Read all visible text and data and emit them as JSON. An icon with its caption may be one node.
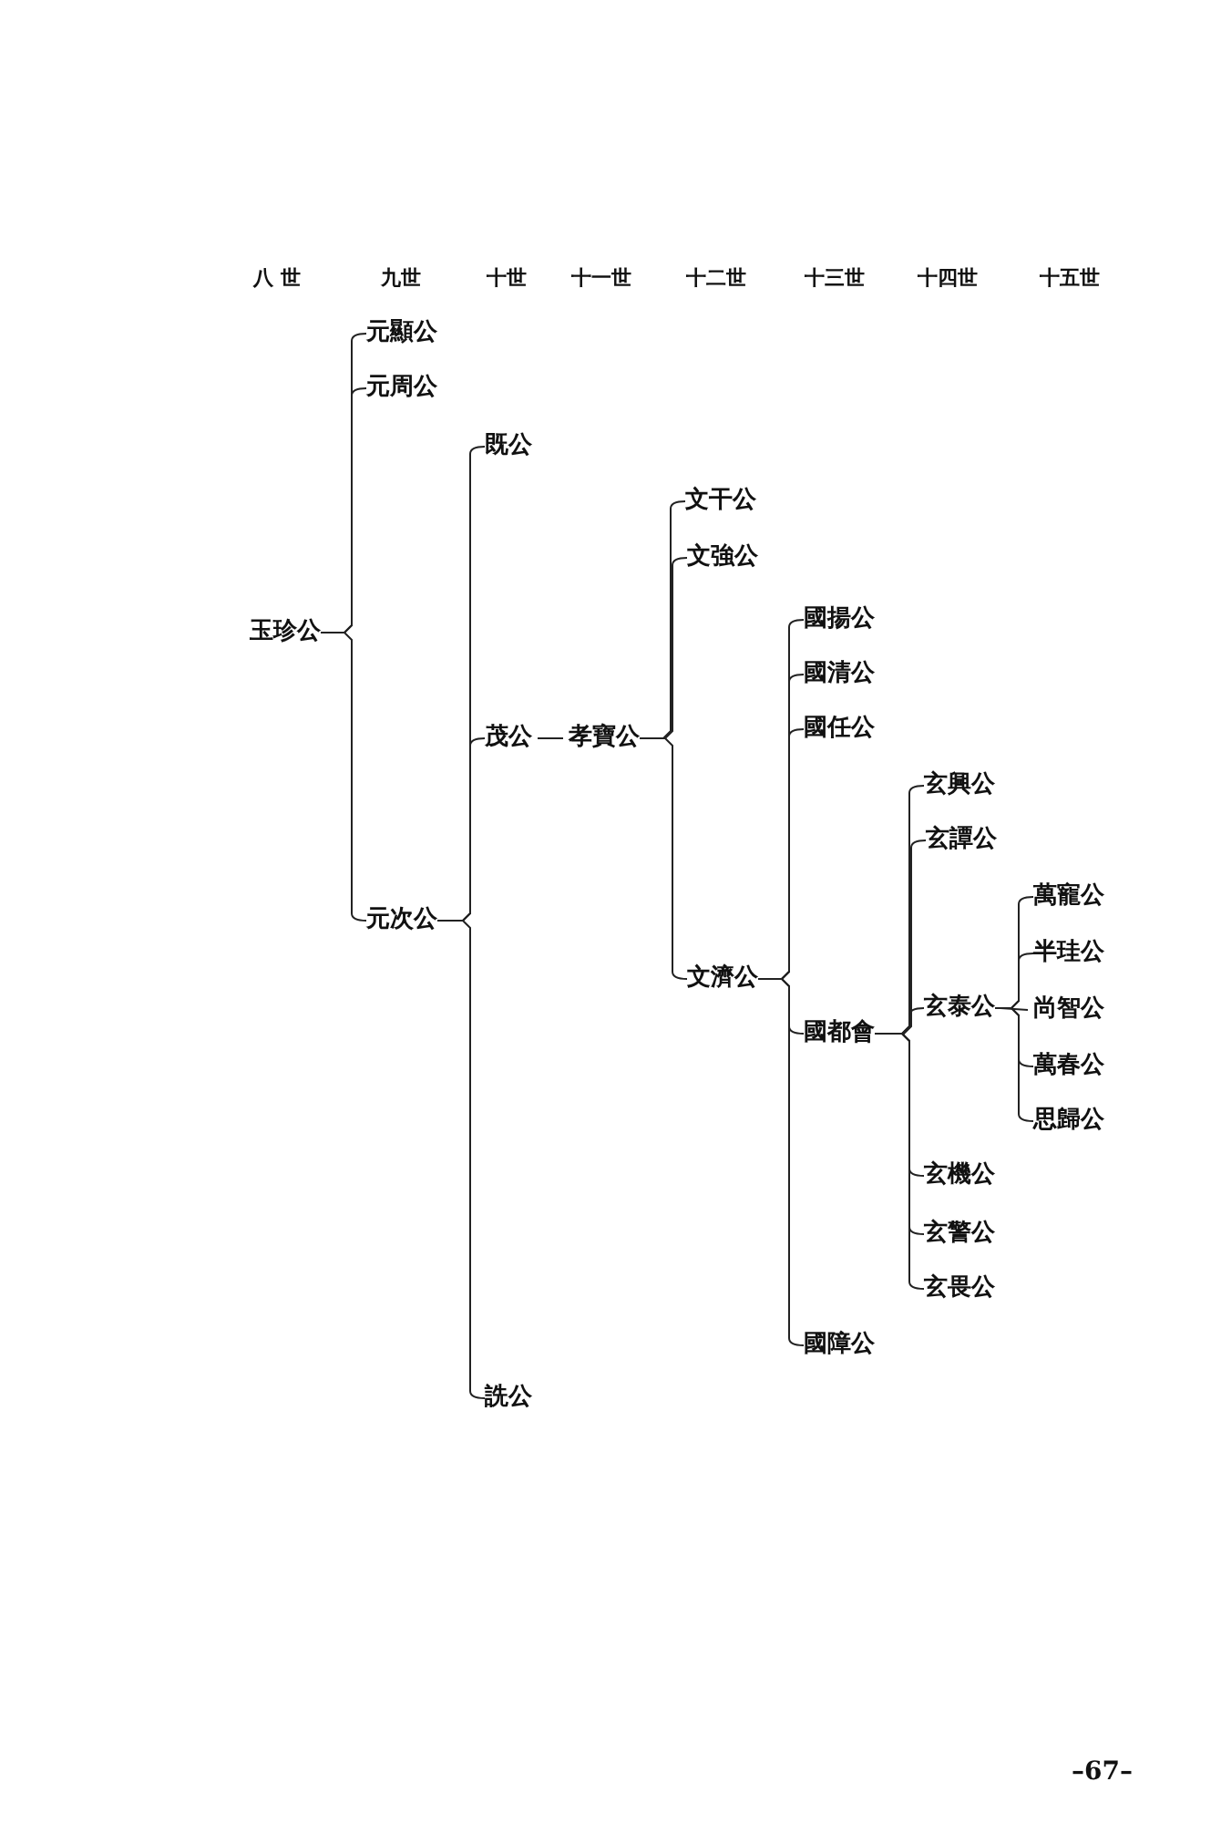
{
  "diagram": {
    "nodes": [
      {
        "text": [
          "玉珍公"
        ]
      },
      {
        "text": [
          "元顯公"
        ]
      },
      {
        "text": [
          "元周公"
        ]
      },
      {
        "text": [
          "元次公"
        ]
      },
      {
        "text": [
          "既公"
        ]
      },
      {
        "text": [
          "茂公"
        ]
      },
      {
        "text": [
          "詵公"
        ]
      },
      {
        "text": [
          "孝寶公"
        ]
      },
      {
        "text": [
          "文干公"
        ]
      },
      {
        "text": [
          "文強公"
        ]
      },
      {
        "text": [
          "文濟公"
        ]
      },
      {
        "text": [
          "國揚公"
        ]
      },
      {
        "text": [
          "國清公"
        ]
      },
      {
        "text": [
          "國任公"
        ]
      },
      {
        "text": [
          "國都會"
        ]
      },
      {
        "text": [
          "國障公"
        ]
      },
      {
        "text": [
          "玄興公"
        ]
      },
      {
        "text": [
          "玄譚公"
        ]
      },
      {
        "text": [
          "玄泰公"
        ]
      },
      {
        "text": [
          "玄機公"
        ]
      },
      {
        "text": [
          "玄警公"
        ]
      },
      {
        "text": [
          "玄畏公"
        ]
      },
      {
        "text": [
          "萬寵公"
        ]
      },
      {
        "text": [
          "半珪公"
        ]
      },
      {
        "text": [
          "尚智公"
        ]
      },
      {
        "text": [
          "萬春公"
        ]
      },
      {
        "text": [
          "思歸公"
        ]
      }
    ],
    "edges": [
      {
        "from": 0,
        "to": 1,
        "arrow": "none"
      },
      {
        "from": 0,
        "to": 2,
        "arrow": "none"
      },
      {
        "from": 0,
        "to": 3,
        "arrow": "none"
      },
      {
        "from": 3,
        "to": 4,
        "arrow": "none"
      },
      {
        "from": 3,
        "to": 5,
        "arrow": "none"
      },
      {
        "from": 3,
        "to": 6,
        "arrow": "none"
      },
      {
        "from": 5,
        "to": 7,
        "arrow": "none"
      },
      {
        "from": 7,
        "to": 8,
        "arrow": "none"
      },
      {
        "from": 7,
        "to": 9,
        "arrow": "none"
      },
      {
        "from": 7,
        "to": 10,
        "arrow": "none"
      },
      {
        "from": 10,
        "to": 11,
        "arrow": "none"
      },
      {
        "from": 10,
        "to": 12,
        "arrow": "none"
      },
      {
        "from": 10,
        "to": 13,
        "arrow": "none"
      },
      {
        "from": 10,
        "to": 14,
        "arrow": "none"
      },
      {
        "from": 10,
        "to": 15,
        "arrow": "none"
      },
      {
        "from": 14,
        "to": 16,
        "arrow": "none"
      },
      {
        "from": 14,
        "to": 17,
        "arrow": "none"
      },
      {
        "from": 14,
        "to": 18,
        "arrow": "none"
      },
      {
        "from": 14,
        "to": 19,
        "arrow": "none"
      },
      {
        "from": 14,
        "to": 20,
        "arrow": "none"
      },
      {
        "from": 14,
        "to": 21,
        "arrow": "none"
      },
      {
        "from": 18,
        "to": 22,
        "arrow": "none"
      },
      {
        "from": 18,
        "to": 23,
        "arrow": "none"
      },
      {
        "from": 18,
        "to": 24,
        "arrow": "none"
      },
      {
        "from": 18,
        "to": 25,
        "arrow": "none"
      },
      {
        "from": 18,
        "to": 26,
        "arrow": "none"
      }
    ],
    "labels": [
      "八 世",
      "九世",
      "十世",
      "十一世",
      "十二世",
      "十三世",
      "十四世",
      "十五世",
      "–67–"
    ]
  }
}
